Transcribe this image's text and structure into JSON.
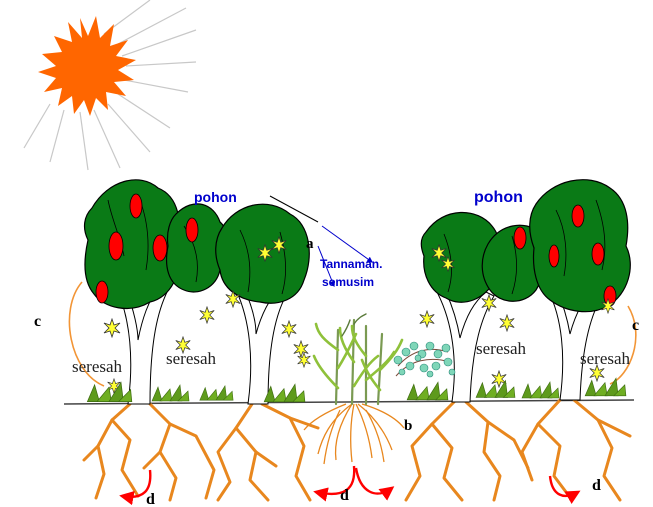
{
  "labels": {
    "pohon_left": "pohon",
    "pohon_right": "pohon",
    "tanaman_line1": "Tannaman.",
    "tanaman_line2": "semusim",
    "a": "a",
    "b": "b",
    "c_left": "c",
    "c_right": "c",
    "seresah_1": "seresah",
    "seresah_2": "seresah",
    "seresah_3": "seresah",
    "seresah_4": "seresah",
    "d_1": "d",
    "d_2": "d",
    "d_3": "d"
  },
  "colors": {
    "sun": "#ff6600",
    "sun_rays": "#c8c8c8",
    "canopy": "#0a7a16",
    "canopy_dark": "#000000",
    "fruit": "#ff0000",
    "leaf_spark": "#ffff33",
    "litter": "#5e9a1c",
    "roots": "#e8871e",
    "root_arrow": "#ff0000",
    "blue_label": "#0000cc",
    "orange_arc": "#f29536"
  },
  "icons": [
    "sun-icon",
    "tree-icon",
    "maize-plant-icon",
    "legume-cover-crop-icon",
    "litter-leaf-icon",
    "root-system-icon",
    "recycling-arrow-icon"
  ]
}
